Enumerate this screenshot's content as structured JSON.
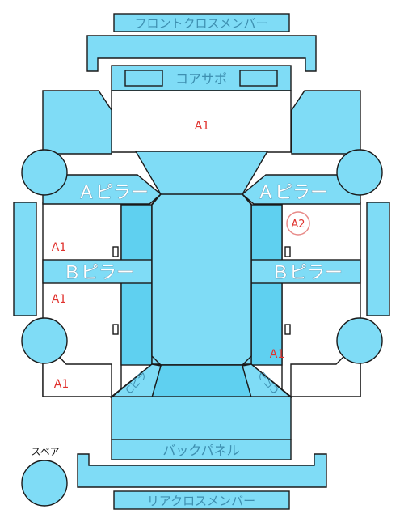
{
  "parts": {
    "front_cross_member": "フロントクロスメンバー",
    "core_support": "コアサポ",
    "a_pillar_left": "Ａピラー",
    "a_pillar_right": "Ａピラー",
    "b_pillar_left": "Ｂピラー",
    "b_pillar_right": "Ｂピラー",
    "back_panel": "バックパネル",
    "rear_cross_member": "リアクロスメンバー",
    "c_pillar_left": "Cピラ",
    "c_pillar_right": "Cピラ",
    "spare_label": "スペア"
  },
  "damage_marks": {
    "hood": "A1",
    "left_front_door": "A1",
    "left_rear_door": "A1",
    "left_rear_quarter": "A1",
    "right_rear_quarter": "A1",
    "right_front_door_circled": "A2"
  },
  "colors": {
    "part_fill": "#7fdcf6",
    "part_fill_dark": "#5fd0f0",
    "outline": "#1a1a1a",
    "damage_text": "#e0322e"
  }
}
